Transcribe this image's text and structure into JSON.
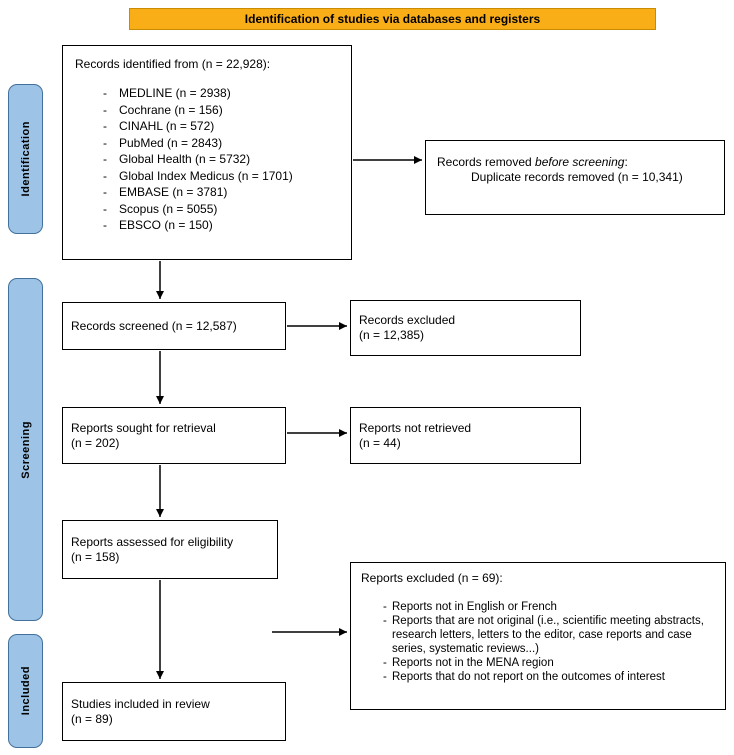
{
  "header": {
    "title": "Identification of studies via databases and registers"
  },
  "stages": {
    "identification": "Identification",
    "screening": "Screening",
    "included": "Included"
  },
  "boxes": {
    "identified": {
      "title": "Records identified from (n = 22,928):",
      "items": [
        "MEDLINE (n = 2938)",
        "Cochrane (n = 156)",
        "CINAHL (n = 572)",
        "PubMed (n = 2843)",
        "Global Health (n = 5732)",
        "Global Index Medicus (n = 1701)",
        "EMBASE (n = 3781)",
        "Scopus (n = 5055)",
        "EBSCO (n = 150)"
      ]
    },
    "removed": {
      "prefix": "Records removed ",
      "italic": "before screening",
      "suffix": ":",
      "line2": "Duplicate records removed (n = 10,341)"
    },
    "screened": {
      "line1": "Records screened (n = 12,587)"
    },
    "records_excluded": {
      "line1": "Records excluded",
      "line2": "(n = 12,385)"
    },
    "sought": {
      "line1": "Reports sought for retrieval",
      "line2": "(n = 202)"
    },
    "not_retrieved": {
      "line1": "Reports not retrieved",
      "line2": "(n = 44)"
    },
    "assessed": {
      "line1": "Reports assessed for eligibility",
      "line2": "(n = 158)"
    },
    "reports_excluded": {
      "title": "Reports excluded (n = 69):",
      "reasons": [
        "Reports not in English or French",
        "Reports that are not original (i.e., scientific meeting abstracts, research letters, letters to the editor, case reports and case series, systematic reviews...)",
        "Reports not in the MENA region",
        "Reports that do not report on the outcomes of interest"
      ]
    },
    "included_review": {
      "line1": "Studies included in review",
      "line2": "(n = 89)"
    }
  },
  "colors": {
    "header_bg": "#F9AE18",
    "header_border": "#C98C00",
    "stage_bg": "#9DC3E6",
    "box_border": "#000000",
    "arrow": "#000000"
  }
}
